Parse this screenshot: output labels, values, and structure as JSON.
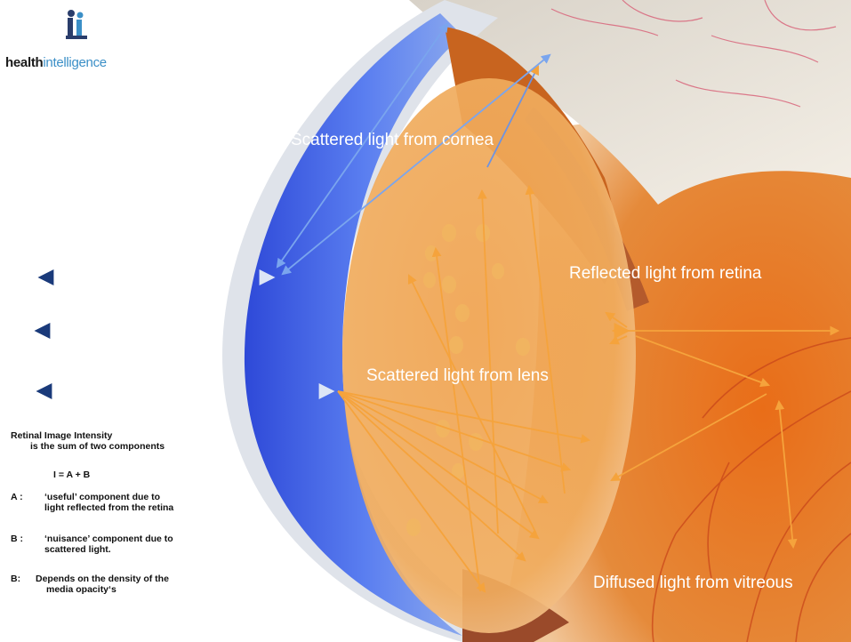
{
  "logo": {
    "bold": "health",
    "light": "intelligence"
  },
  "labels": {
    "cornea": "Scattered light from cornea",
    "retina": "Reflected light from retina",
    "lens": "Scattered light from lens",
    "vitreous": "Diffused light from vitreous"
  },
  "notes": {
    "line1": "Retinal Image Intensity",
    "line2": "is the sum of two components",
    "formula": "I = A + B",
    "a_key": "A :",
    "a_line1": "‘useful’ component due to",
    "a_line2": "light reflected from the retina",
    "b_key": "B :",
    "b_line1": "‘nuisance’ component due to",
    "b_line2": "scattered light.",
    "c_key": "B:",
    "c_line1": "Depends on the density of the",
    "c_line2": "media opacity‘s"
  },
  "colors": {
    "cornea_blue": "#3f5fe0",
    "lens_orange": "#f2a54a",
    "retina_orange": "#e9731f",
    "arrow_orange": "#f5a33c",
    "arrow_blue": "#1a3a7a",
    "arrow_light_blue": "#8fb5f0"
  }
}
